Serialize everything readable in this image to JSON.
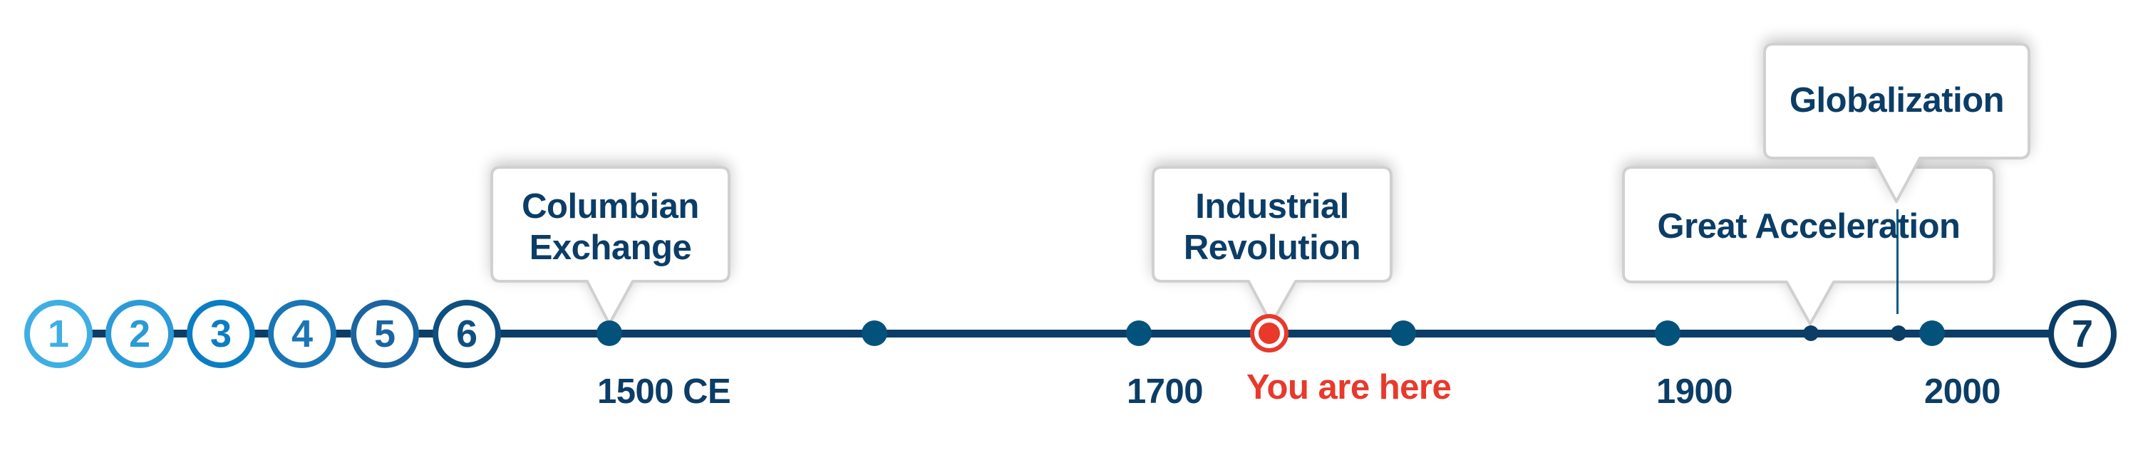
{
  "timeline": {
    "line_color": "#0B3D66",
    "dot_color": "#03527C",
    "callout_border_color": "#D0D0D0",
    "text_color": "#0B3D66",
    "current_color": "#E8392B",
    "steps": [
      {
        "label": "1",
        "color": "#3FAEE3"
      },
      {
        "label": "2",
        "color": "#2B9AD6"
      },
      {
        "label": "3",
        "color": "#0A7DC3"
      },
      {
        "label": "4",
        "color": "#1A75B5"
      },
      {
        "label": "5",
        "color": "#1B64A0"
      },
      {
        "label": "6",
        "color": "#0E4F7E"
      },
      {
        "label": "7",
        "color": "#0B3D66"
      }
    ],
    "callouts": [
      {
        "id": "columbian-exchange",
        "line1": "Columbian",
        "line2": "Exchange"
      },
      {
        "id": "industrial-revolution",
        "line1": "Industrial",
        "line2": "Revolution"
      },
      {
        "id": "great-acceleration",
        "line1": "Great Acceleration"
      },
      {
        "id": "globalization",
        "line1": "Globalization"
      }
    ],
    "axis_labels": [
      {
        "text": "1500 CE"
      },
      {
        "text": "1700"
      },
      {
        "text": "1900"
      },
      {
        "text": "2000"
      }
    ],
    "current_marker": {
      "label": "You are here",
      "event": "Industrial Revolution"
    }
  }
}
